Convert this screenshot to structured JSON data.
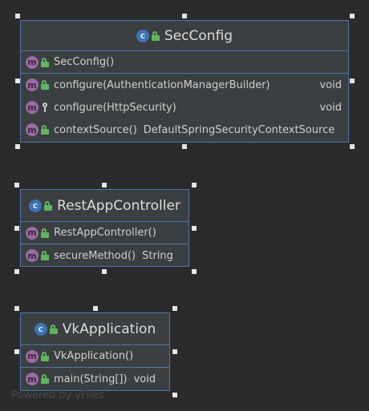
{
  "classes": [
    {
      "name": "SecConfig",
      "header_icon": "class-icon",
      "constructor": {
        "name": "SecConfig()",
        "type": "",
        "visibility": "public"
      },
      "methods": [
        {
          "name": "configure(AuthenticationManagerBuilder)",
          "type": "void",
          "visibility": "public"
        },
        {
          "name": "configure(HttpSecurity)",
          "type": "void",
          "visibility": "protected"
        },
        {
          "name": "contextSource()",
          "type": "DefaultSpringSecurityContextSource",
          "visibility": "public"
        }
      ]
    },
    {
      "name": "RestAppController",
      "header_icon": "class-icon",
      "constructor": {
        "name": "RestAppController()",
        "type": "",
        "visibility": "public"
      },
      "methods": [
        {
          "name": "secureMethod()",
          "type": "String",
          "visibility": "public"
        }
      ]
    },
    {
      "name": "VkApplication",
      "header_icon": "spring-boot-class-icon",
      "constructor": {
        "name": "VkApplication()",
        "type": "",
        "visibility": "public"
      },
      "methods": [
        {
          "name": "main(String[])",
          "type": "void",
          "visibility": "public"
        }
      ]
    }
  ],
  "watermark": "Powered by yFiles",
  "colors": {
    "background": "#2b2b2b",
    "node_fill": "#3c3f41",
    "node_border": "#4b76a8",
    "method_badge": "#9c6aa5",
    "class_badge": "#3d73b7",
    "public_lock": "#5fb65f"
  }
}
